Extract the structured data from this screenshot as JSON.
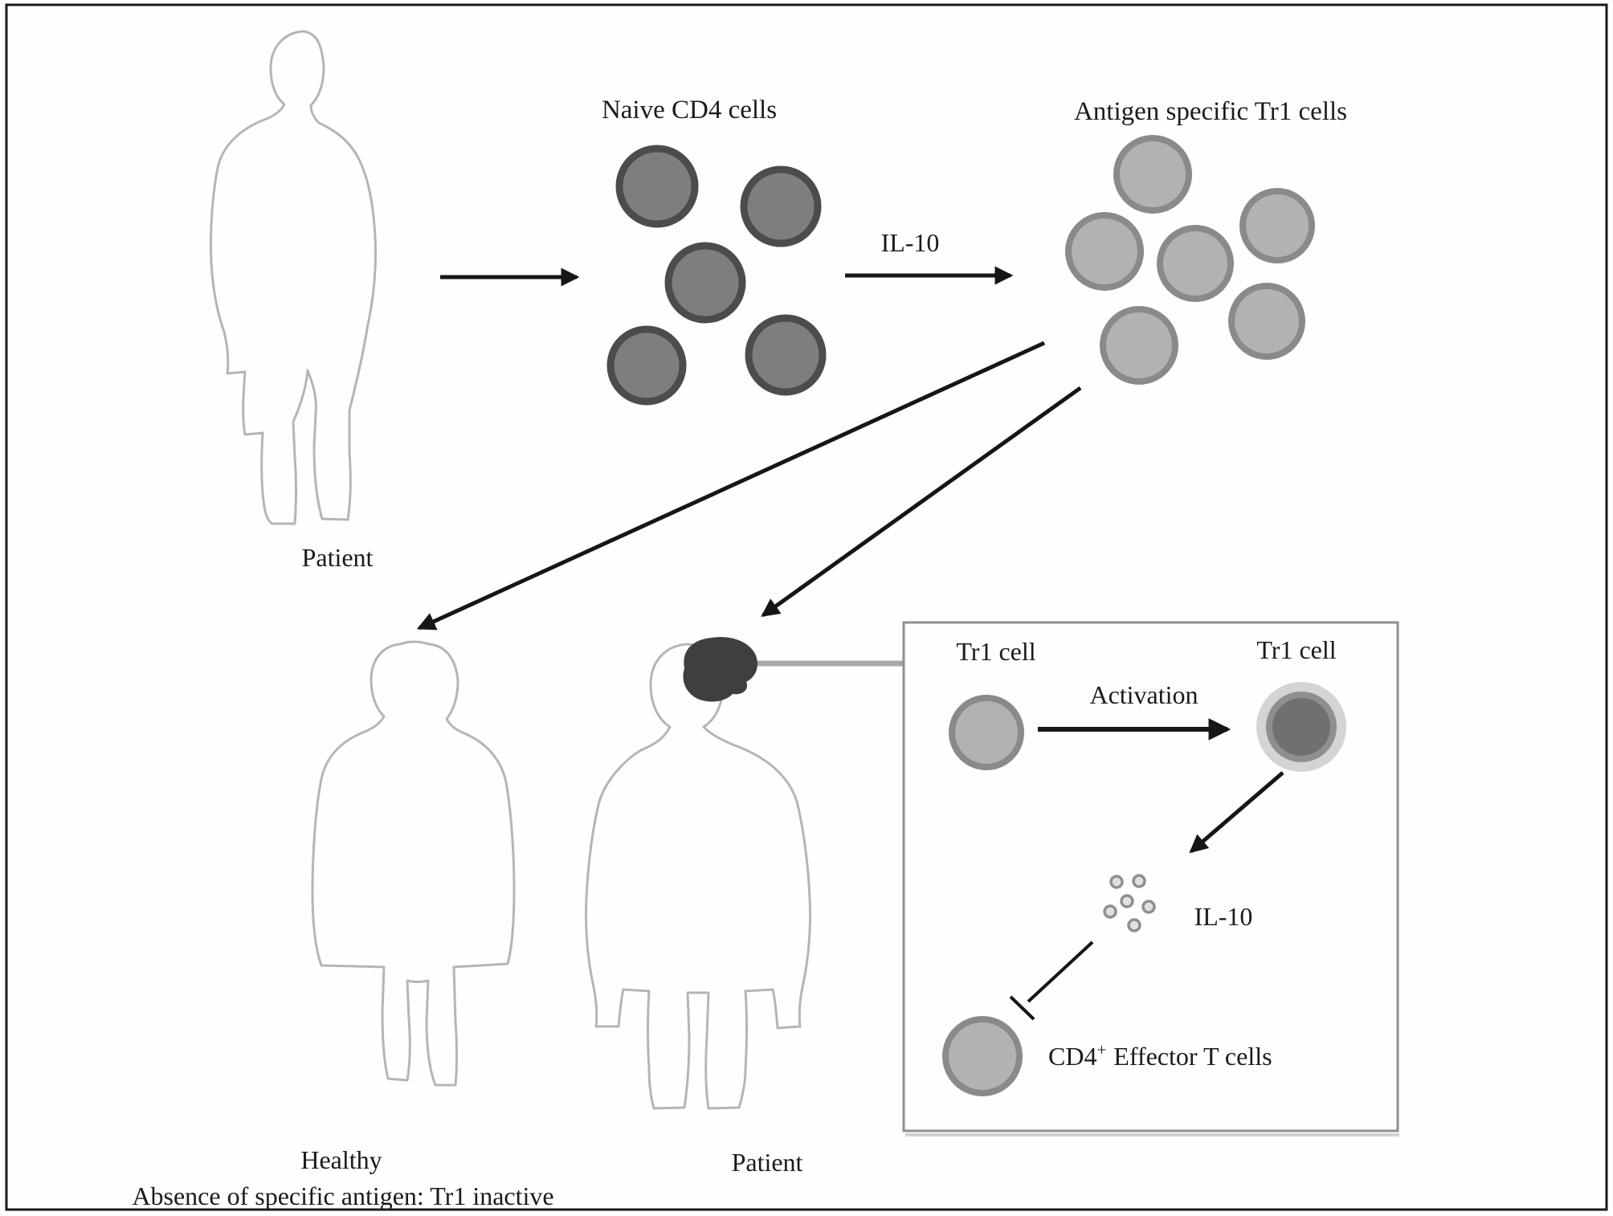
{
  "top_row": {
    "patient_label": "Patient",
    "naive_title": "Naive CD4 cells",
    "il10_label": "IL-10",
    "tr1_title": "Antigen specific Tr1 cells",
    "naive_cell_count": 5,
    "tr1_cell_count": 6
  },
  "bottom_left": {
    "line1": "Healthy",
    "line2": "Absence of specific antigen: Tr1 inactive"
  },
  "bottom_middle": {
    "patient_label": "Patient"
  },
  "inset": {
    "tr1_left_label": "Tr1 cell",
    "tr1_right_label": "Tr1 cell",
    "activation_label": "Activation",
    "il10_label": "IL-10",
    "cd4_label_base": "CD4",
    "cd4_label_sup": "+",
    "cd4_label_rest": "Effector T cells",
    "il10_particle_count": 6
  },
  "colors": {
    "naive_cell_fill": "#7e7e7e",
    "naive_cell_ring": "#4c4c4c",
    "tr1_cell_fill": "#b2b2b2",
    "tr1_cell_ring": "#8a8a8a",
    "activated_core": "#707070",
    "activated_ring": "#8f8f8f",
    "activated_halo": "#d4d4d4",
    "brain": "#3f3f3f",
    "arrow": "#161616",
    "silhouette_outline": "#b5b5b5",
    "connector_line": "#a8a8a8",
    "inset_border": "#8f8f8f",
    "text": "#1b1b1b"
  }
}
